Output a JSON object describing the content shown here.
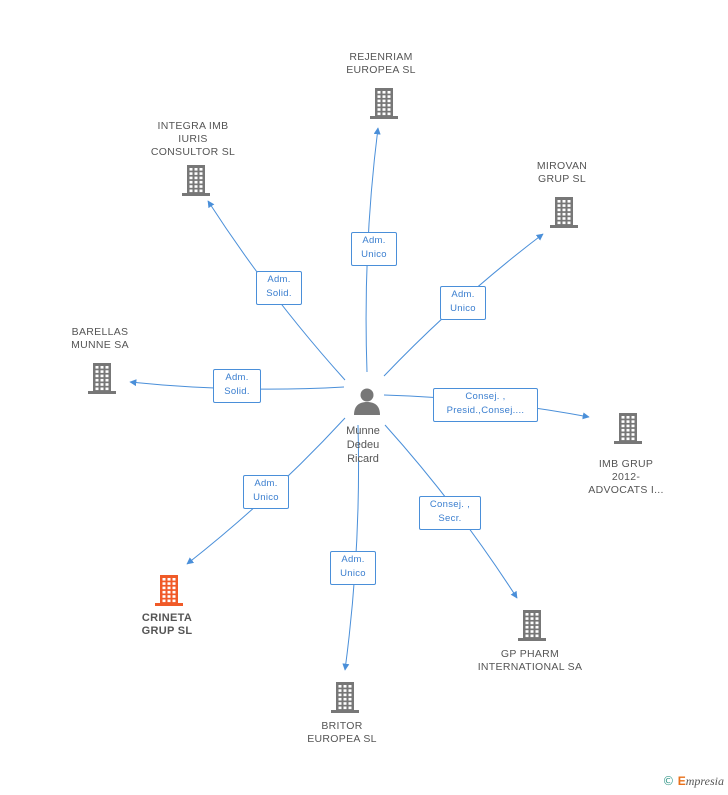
{
  "center": {
    "name": "Munne\nDedeu\nRicard"
  },
  "nodes": [
    {
      "id": "rejenriam",
      "label": "REJENRIAM\nEUROPEA SL",
      "highlight": false,
      "relation": "Adm.\nUnico"
    },
    {
      "id": "integra",
      "label": "INTEGRA IMB\nIURIS\nCONSULTOR SL",
      "highlight": false,
      "relation": "Adm.\nSolid."
    },
    {
      "id": "mirovan",
      "label": "MIROVAN\nGRUP SL",
      "highlight": false,
      "relation": "Adm.\nUnico"
    },
    {
      "id": "barellas",
      "label": "BARELLAS\nMUNNE SA",
      "highlight": false,
      "relation": "Adm.\nSolid."
    },
    {
      "id": "imbgrup",
      "label": "IMB GRUP\n2012-\nADVOCATS I...",
      "highlight": false,
      "relation": "Consej. ,\nPresid.,Consej...."
    },
    {
      "id": "crineta",
      "label": "CRINETA\nGRUP SL",
      "highlight": true,
      "relation": "Adm.\nUnico"
    },
    {
      "id": "britor",
      "label": "BRITOR\nEUROPEA SL",
      "highlight": false,
      "relation": "Adm.\nUnico"
    },
    {
      "id": "gppharm",
      "label": "GP PHARM\nINTERNATIONAL SA",
      "highlight": false,
      "relation": "Consej. ,\nSecr."
    }
  ],
  "colors": {
    "edge": "#4a8fd9",
    "building": "#777777",
    "building_highlight": "#f05a28",
    "person": "#777777"
  },
  "footer": {
    "copyright": "©",
    "brand_initial": "E",
    "brand_rest": "mpresia"
  }
}
